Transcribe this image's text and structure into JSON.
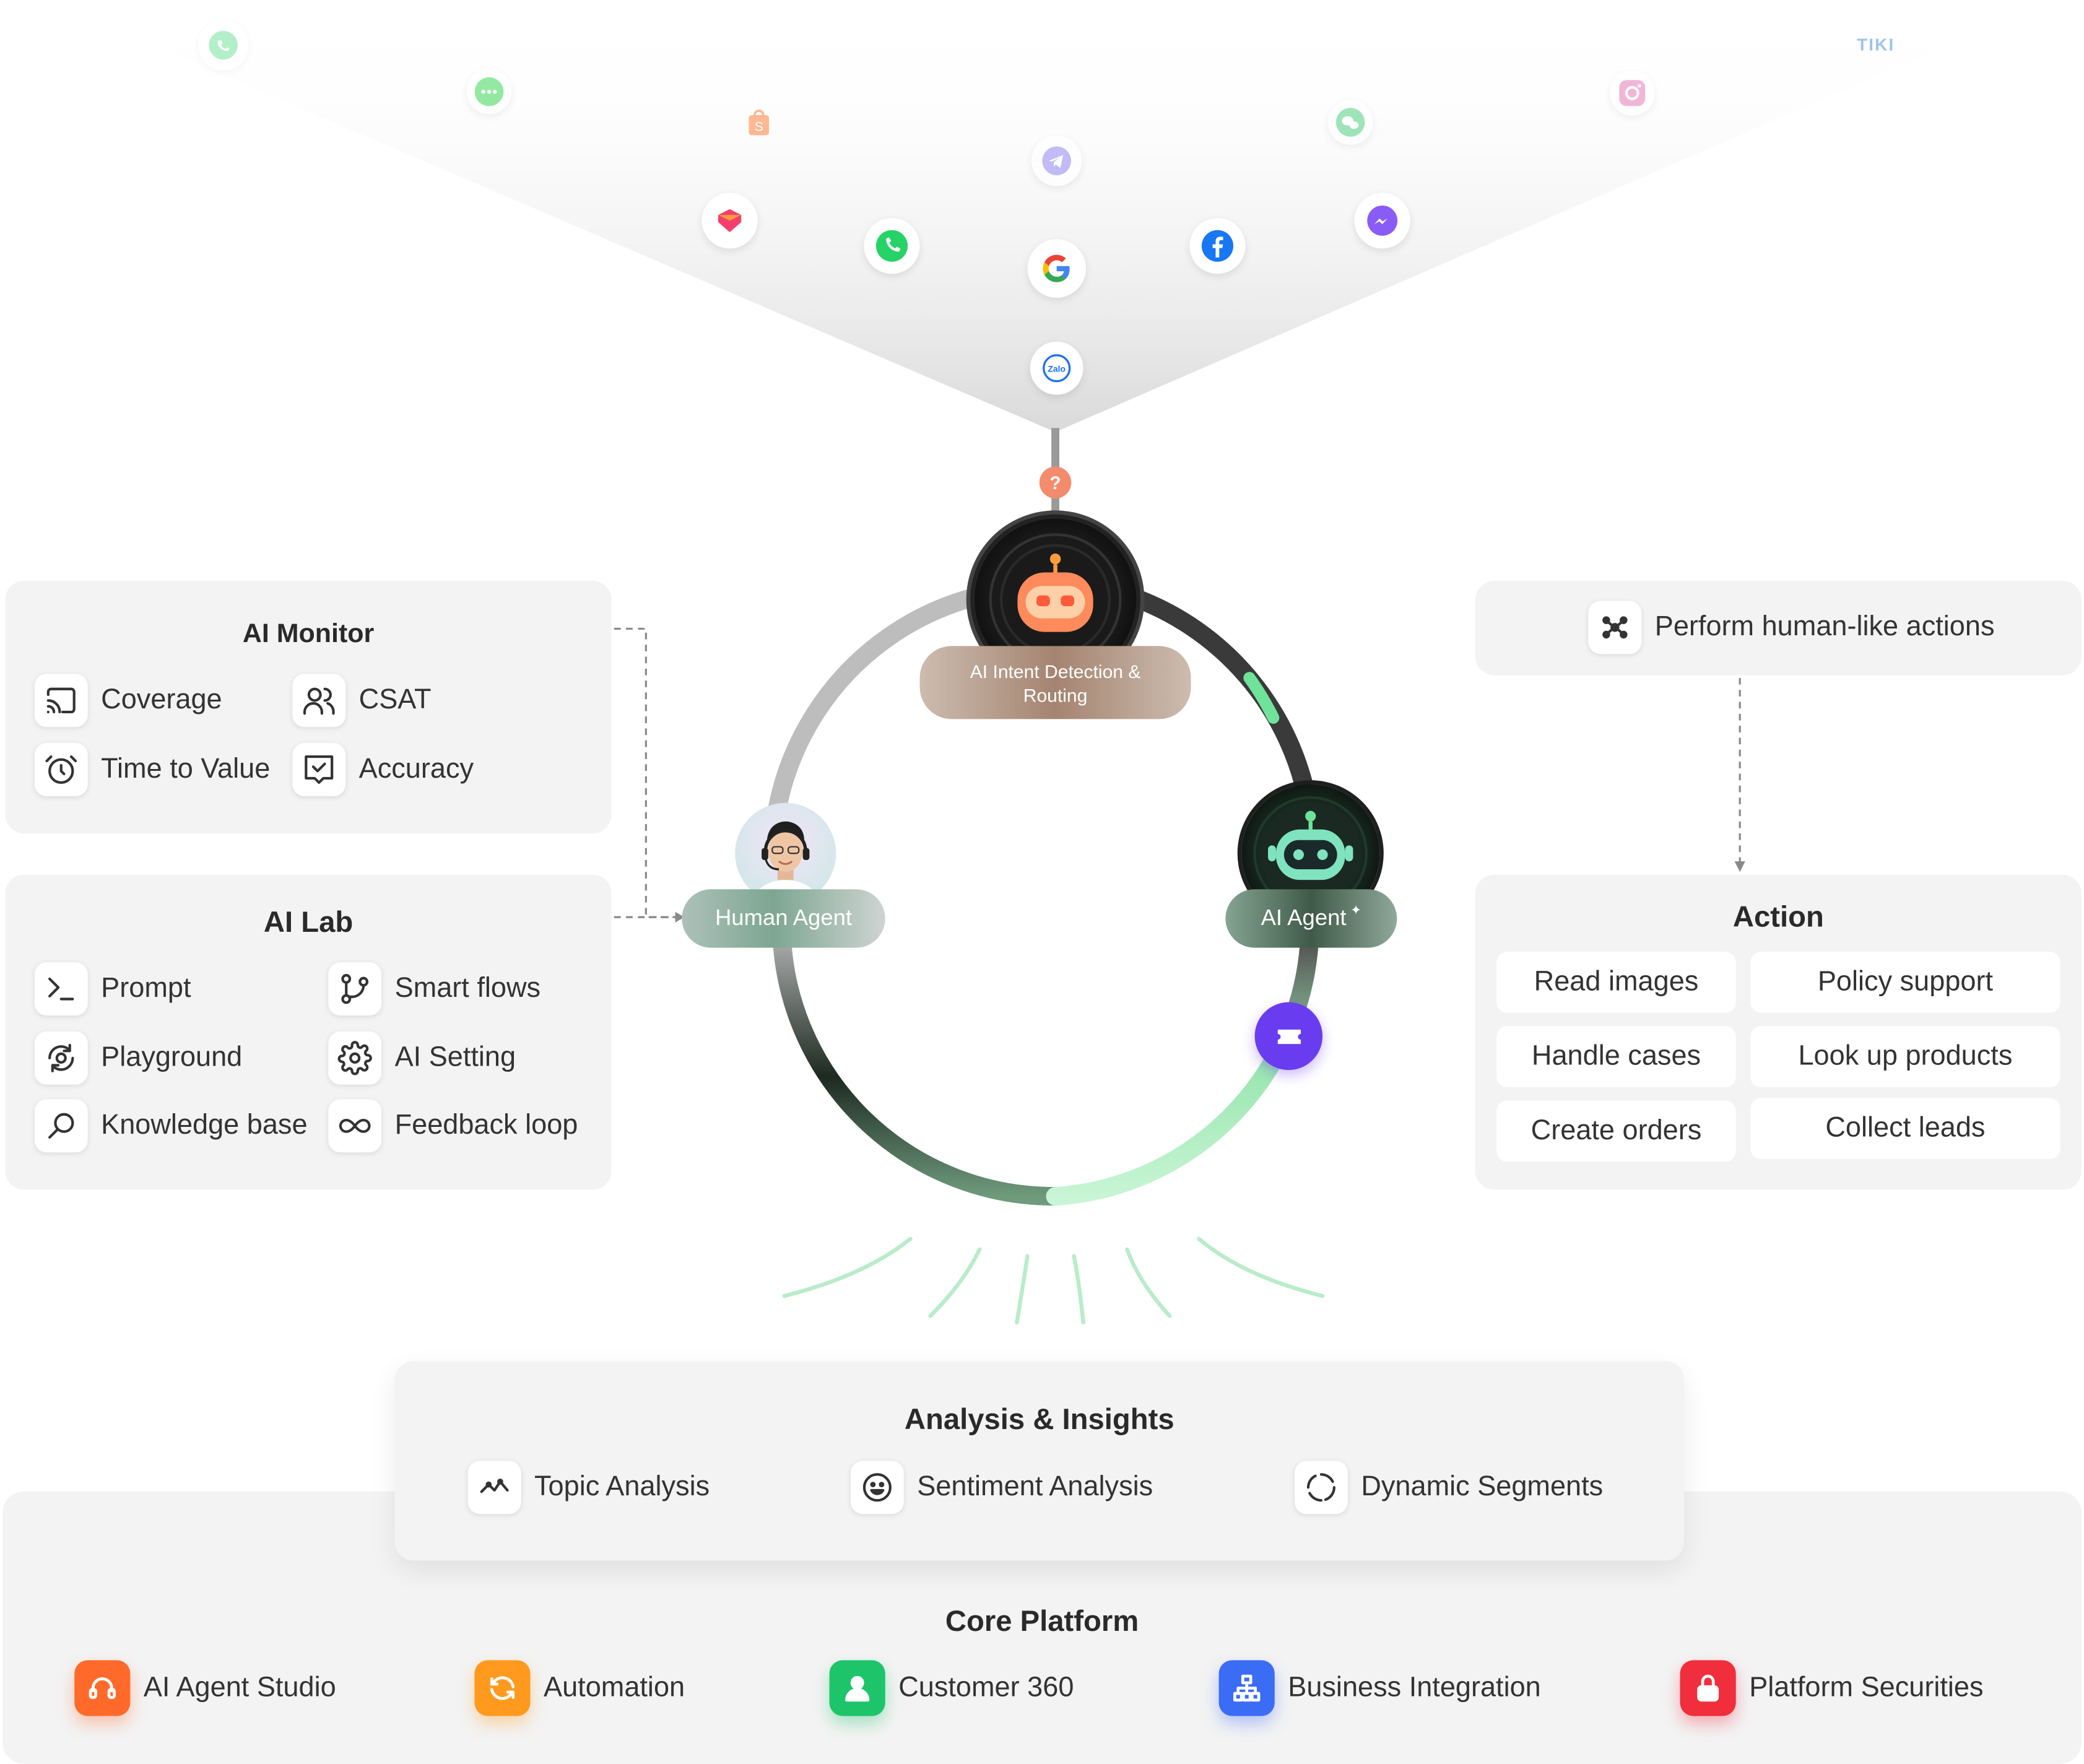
{
  "colors": {
    "panel_bg": "#f3f3f3",
    "ai_agent_green": "#7fe3a0",
    "human_dark": "#2f3a33",
    "ai_intent_orange": "#ff8a5c",
    "ticket_purple": "#6a3cf0",
    "question_coral": "#f38b6c"
  },
  "channels": [
    {
      "name": "whatsapp-icon"
    },
    {
      "name": "chat-icon"
    },
    {
      "name": "shopee-icon"
    },
    {
      "name": "telegram-icon"
    },
    {
      "name": "wechat-icon"
    },
    {
      "name": "tiki-icon",
      "label": "TIKI"
    },
    {
      "name": "instagram-icon"
    },
    {
      "name": "lazada-icon"
    },
    {
      "name": "phone-icon"
    },
    {
      "name": "google-icon"
    },
    {
      "name": "facebook-icon"
    },
    {
      "name": "messenger-icon"
    },
    {
      "name": "zalo-icon",
      "label": "Zalo"
    }
  ],
  "question_icon": "?",
  "nodes": {
    "intent": "AI Intent Detection & Routing",
    "human": "Human Agent",
    "ai_agent": "AI Agent",
    "ai_agent_sparkle": "✦"
  },
  "ai_monitor": {
    "title": "AI Monitor",
    "items": [
      {
        "label": "Coverage",
        "icon": "cast-icon"
      },
      {
        "label": "CSAT",
        "icon": "users-icon"
      },
      {
        "label": "Time to Value",
        "icon": "alarm-clock-icon"
      },
      {
        "label": "Accuracy",
        "icon": "check-square-icon"
      }
    ]
  },
  "ai_lab": {
    "title": "AI Lab",
    "items": [
      {
        "label": "Prompt",
        "icon": "terminal-icon"
      },
      {
        "label": "Smart flows",
        "icon": "git-branch-icon"
      },
      {
        "label": "Playground",
        "icon": "refresh-eye-icon"
      },
      {
        "label": "AI Setting",
        "icon": "gear-icon"
      },
      {
        "label": "Knowledge base",
        "icon": "search-icon"
      },
      {
        "label": "Feedback loop",
        "icon": "infinity-icon"
      }
    ]
  },
  "perform": {
    "label": "Perform human-like actions",
    "icon": "sparkle-nodes-icon"
  },
  "action": {
    "title": "Action",
    "items": [
      "Read images",
      "Policy support",
      "Handle cases",
      "Look up products",
      "Create orders",
      "Collect leads"
    ]
  },
  "analysis": {
    "title": "Analysis & Insights",
    "items": [
      {
        "label": "Topic Analysis",
        "icon": "trend-icon"
      },
      {
        "label": "Sentiment Analysis",
        "icon": "smiley-icon"
      },
      {
        "label": "Dynamic Segments",
        "icon": "circle-segments-icon"
      }
    ]
  },
  "core": {
    "title": "Core Platform",
    "items": [
      {
        "label": "AI Agent Studio",
        "icon": "headset-icon",
        "color": "#ff6a2a"
      },
      {
        "label": "Automation",
        "icon": "sync-icon",
        "color": "#ff9a1f"
      },
      {
        "label": "Customer 360",
        "icon": "user-icon",
        "color": "#1ec46a"
      },
      {
        "label": "Business Integration",
        "icon": "org-chart-icon",
        "color": "#3b6cf5"
      },
      {
        "label": "Platform Securities",
        "icon": "lock-icon",
        "color": "#f02e3c"
      }
    ]
  }
}
